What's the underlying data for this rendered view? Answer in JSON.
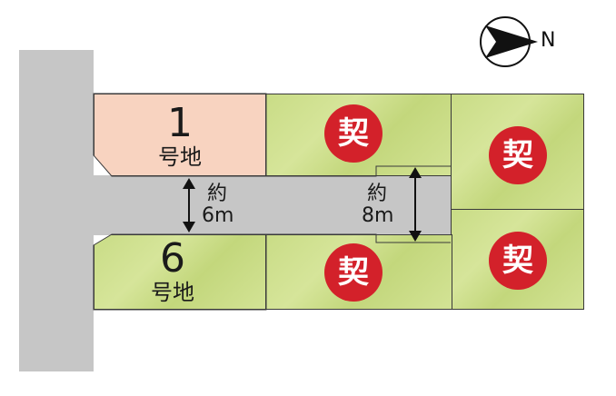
{
  "compass": {
    "label": "N",
    "icon": "north-arrow-icon"
  },
  "lots": [
    {
      "id": "lot-1",
      "number": "1",
      "suffix": "号地",
      "color": "#f8d3c0",
      "status": "available"
    },
    {
      "id": "lot-6",
      "number": "6",
      "suffix": "号地",
      "color": "#cadd89",
      "status": "available"
    }
  ],
  "contracted_lots": [
    {
      "mark": "契"
    },
    {
      "mark": "契"
    },
    {
      "mark": "契"
    },
    {
      "mark": "契"
    }
  ],
  "road_widths": [
    {
      "label_top": "約",
      "label_bottom": "6m"
    },
    {
      "label_top": "約",
      "label_bottom": "8m"
    }
  ],
  "colors": {
    "road": "#c6c6c6",
    "contract": "#d3212a",
    "available_lot": "#f8d3c0",
    "lot_green": "#c9dc86"
  }
}
